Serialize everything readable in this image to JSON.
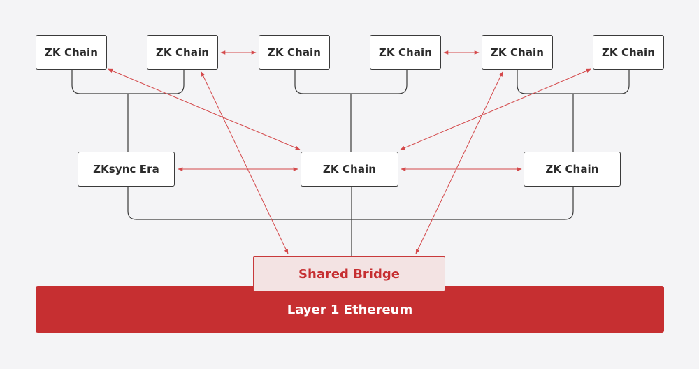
{
  "diagram": {
    "top_row": [
      {
        "label": "ZK Chain"
      },
      {
        "label": "ZK Chain"
      },
      {
        "label": "ZK Chain"
      },
      {
        "label": "ZK Chain"
      },
      {
        "label": "ZK Chain"
      },
      {
        "label": "ZK Chain"
      }
    ],
    "middle_row": [
      {
        "label": "ZKsync Era"
      },
      {
        "label": "ZK Chain"
      },
      {
        "label": "ZK Chain"
      }
    ],
    "shared_bridge": {
      "label": "Shared Bridge"
    },
    "layer1": {
      "label": "Layer 1 Ethereum"
    }
  },
  "colors": {
    "background": "#f4f4f6",
    "node_border": "#3a3a3a",
    "arrow": "#d4494b",
    "bridge_fill": "#f3e3e3",
    "bridge_text": "#c62f31",
    "layer1_fill": "#c62f31",
    "layer1_text": "#ffffff"
  }
}
